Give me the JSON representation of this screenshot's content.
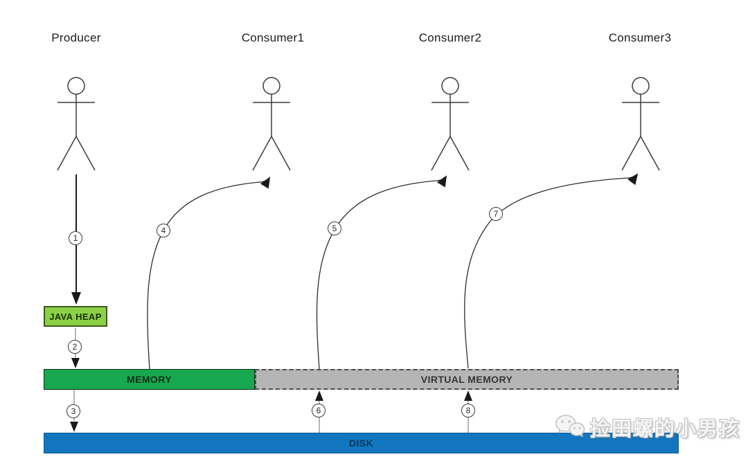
{
  "diagram": {
    "actors": [
      {
        "label": "Producer"
      },
      {
        "label": "Consumer1"
      },
      {
        "label": "Consumer2"
      },
      {
        "label": "Consumer3"
      }
    ],
    "nodes": {
      "java_heap": "JAVA HEAP",
      "memory": "MEMORY",
      "virtual_memory": "VIRTUAL MEMORY",
      "disk": "DISK"
    },
    "edges": [
      {
        "num": "1",
        "from": "producer",
        "to": "java-heap",
        "style": "straight-down"
      },
      {
        "num": "2",
        "from": "java-heap",
        "to": "memory",
        "style": "straight-down"
      },
      {
        "num": "3",
        "from": "memory",
        "to": "disk",
        "style": "straight-down"
      },
      {
        "num": "4",
        "from": "memory",
        "to": "consumer1",
        "style": "curved-up"
      },
      {
        "num": "5",
        "from": "virtual-memory",
        "to": "consumer2",
        "style": "curved-up"
      },
      {
        "num": "6",
        "from": "disk",
        "to": "virtual-memory",
        "style": "straight-up"
      },
      {
        "num": "7",
        "from": "virtual-memory",
        "to": "consumer3",
        "style": "curved-up"
      },
      {
        "num": "8",
        "from": "disk",
        "to": "virtual-memory",
        "style": "straight-up"
      }
    ],
    "colors": {
      "java_heap_fill": "#8CD046",
      "memory_fill": "#17A84F",
      "virtual_memory_fill": "#B5B5B5",
      "disk_fill": "#1176BE",
      "line": "#2e2e2e"
    },
    "watermark": {
      "icon": "wechat-icon",
      "text": "捡田螺的小男孩"
    }
  }
}
